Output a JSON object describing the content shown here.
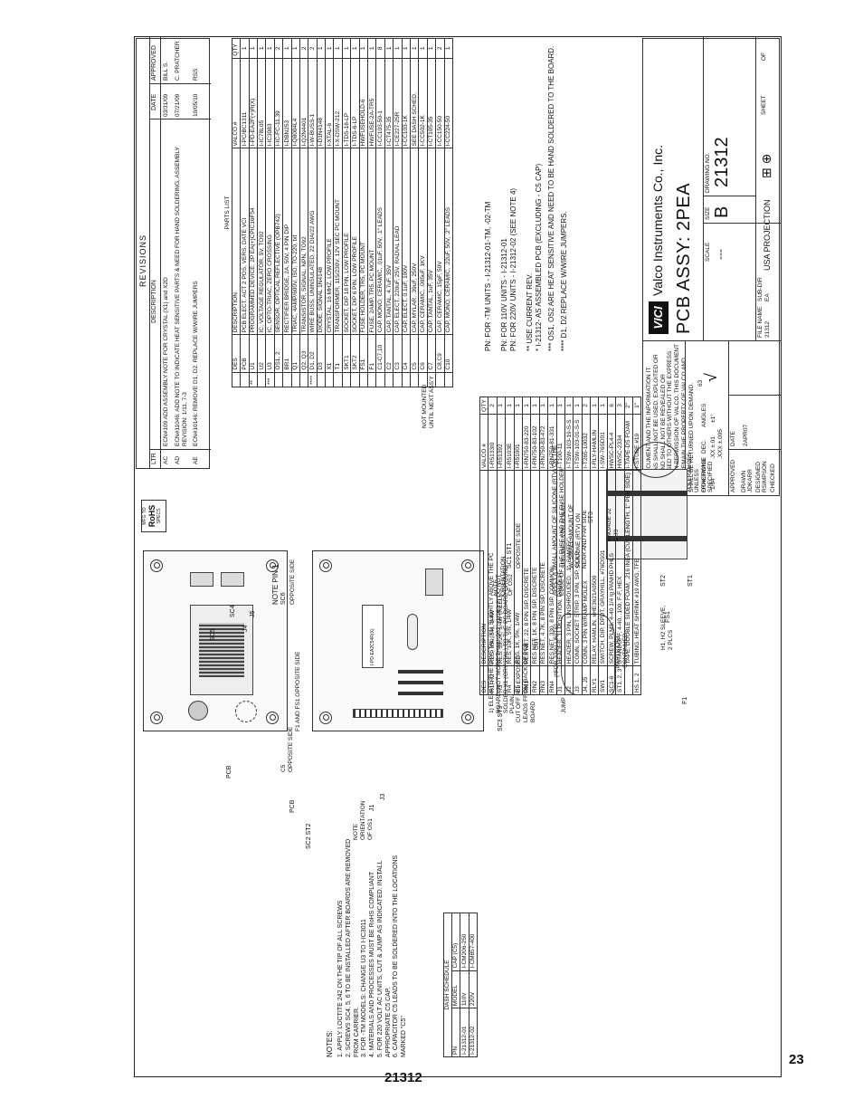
{
  "page_number": "23",
  "document_number": "21312",
  "title_block": {
    "title": "PCB ASSY: 2PEA",
    "company": "Valco Instruments Co., Inc.",
    "logo_text": "VICI",
    "size_label": "SIZE",
    "size": "B",
    "drawing_no_label": "DRAWING NO.",
    "drawing_no": "21312",
    "scale_label": "SCALE",
    "scale": "---",
    "sheet_label": "SHEET",
    "of_label": "OF",
    "projection": "USA PROJECTION",
    "file_name_label": "FILE NAME",
    "file_name": "21312",
    "sub_dir_label": "SUB-DIR",
    "sub_dir": "EA",
    "proprietary": "THIS DOCUMENT AND THE INFORMATION IT CONTAINS SHALL NOT BE USED, EXPLOITED OR SOLD, AND SHALL NOT BE REVEALED OR DISCLOSED TO OTHERS WITHOUT THE EXPRESS WRITTEN PERMISSION OF VALCO. THIS DOCUMENT SHALL REMAIN THE PROPERTY OF VALCO AND SHALL BE RETURNED UPON DEMAND.",
    "tolerance": "TOLERANCES UNLESS OTHERWISE SPECIFIED",
    "fractions": "FRACTIONS",
    "dec": "DEC.",
    "angles": "ANGLES",
    "xx": ".XX ±.01",
    "xxx": ".XXX ±.005",
    "frac_val": "1/64",
    "ang_val": "±1°",
    "finish": "63",
    "approved_label": "APPROVED",
    "drawn_label": "DRAWN",
    "drawn_by": "JDKARR",
    "designed_label": "DESIGNED",
    "designed_by": "RSIMPSON",
    "checked_label": "CHECKED",
    "date_label": "DATE",
    "date": "2APR07"
  },
  "revisions": {
    "header": "REVISIONS",
    "columns": [
      "LTR",
      "DESCRIPTION",
      "DATE",
      "APPROVED"
    ],
    "rows": [
      {
        "ltr": "AC",
        "desc": "ECN#109 ADD ASSEMBLY NOTE FOR CRYSTAL (X1) and X2D",
        "date": "03/31/09",
        "appr": "BILL S."
      },
      {
        "ltr": "AD",
        "desc": "ECN#11046: ADD NOTE TO INDICATE HEAT SENSITIVE PARTS & NEED FOR HAND SOLDERING, ASSEMBLY REVISION: 1/11, 7-3",
        "date": "07/21/09",
        "appr": "C. PRATCHER"
      },
      {
        "ltr": "AE",
        "desc": "ECN#10146: REMOVE D1, D2. REPLACE W/WIRE JUMPERS",
        "date": "10/05/10",
        "appr": "RSS"
      }
    ]
  },
  "rohs": {
    "line1": "MFG TO",
    "line2": "RoHS",
    "line3": "SPECS"
  },
  "parts_list": {
    "header": "PARTS LIST",
    "columns": [
      "DES",
      "DESCRIPTION",
      "VALCO #",
      "QTY"
    ],
    "rows": [
      {
        "des": "PCB",
        "desc": "PCB ELECT, ACT 2 POS, VERS. DATE VCI",
        "valco": "I-PC/BC1311",
        "qty": "1",
        "mark": ""
      },
      {
        "des": "U1",
        "desc": "PROGRAMMED DEVICE: 2P EA(+)CPIC16F54",
        "valco": "I-PD-EA2F(+)R(X)",
        "qty": "1",
        "mark": "**"
      },
      {
        "des": "U2",
        "desc": "IC, VOLTAGE REGULATOR, 5V, TO92",
        "valco": "I-IC78L05",
        "qty": "1",
        "mark": ""
      },
      {
        "des": "U3",
        "desc": "IC, OPTO-TRIAC, ZERO CROSSING",
        "valco": "I-IC3083",
        "qty": "1",
        "mark": "***"
      },
      {
        "des": "OS1, 2",
        "desc": "SENSOR, OPTICAL REFLECTIVE (OPB742)",
        "valco": "I-IC-FC-11.39",
        "qty": "2",
        "mark": ""
      },
      {
        "des": "BR1",
        "desc": "RECTIFIER BRIDGE, 2A, 50V, 4 PIN DIP",
        "valco": "I-DBN253",
        "qty": "1",
        "mark": ""
      },
      {
        "des": "Q1",
        "desc": "TRIAC, 4AMP/600V, ISO, TO-220, txt",
        "valco": "I-Q8004L4",
        "qty": "1",
        "mark": ""
      },
      {
        "des": "Q2, Q3",
        "desc": "TRANSISTOR, SIGNAL, NPN, TO92",
        "valco": "I-Q2N4401",
        "qty": "2",
        "mark": ""
      },
      {
        "des": "D1, D2",
        "desc": "WIRE BUSS, UNINSULATED, 22 DIA/22 AWG",
        "valco": "I-W-BUSS-1",
        "qty": "2",
        "mark": "****"
      },
      {
        "des": "D3",
        "desc": "DIODE, SIGNAL 1N4148",
        "valco": "I-D1N4148",
        "qty": "1",
        "mark": ""
      },
      {
        "des": "X1",
        "desc": "CRYSTAL, 16 MHZ, LOW PROFILE",
        "valco": "I-XTAL-6",
        "qty": "1",
        "mark": ""
      },
      {
        "des": "T1",
        "desc": "TRANSFORMER, 115/230V, 12V SEC PC MOUNT",
        "valco": "I-X-DSW-212",
        "qty": "1",
        "mark": ""
      },
      {
        "des": "SKT1",
        "desc": "SOCKET, DIP 18 PIN, LOW PROFILE",
        "valco": "I-TDS-18-LP",
        "qty": "1",
        "mark": ""
      },
      {
        "des": "SKT2",
        "desc": "SOCKET, DIP 6 PIN, LOW PROFILE",
        "valco": "I-TDS-6-LP",
        "qty": "1",
        "mark": ""
      },
      {
        "des": "FS1",
        "desc": "FUSE HOLDER, TR5, PC MOUNT",
        "valco": "HWFUSEHOLD-6",
        "qty": "1",
        "mark": ""
      },
      {
        "des": "F1",
        "desc": "FUSE, 2AMP, TR5, PC MOUNT",
        "valco": "HWFUSE-2A-TR5",
        "qty": "1",
        "mark": ""
      },
      {
        "des": "C1-C7,10",
        "desc": "CAP, MONO, CERAMIC, .01uF, 50V, .1\" LEADS",
        "valco": "I-CC103-50-1",
        "qty": "8",
        "mark": ""
      },
      {
        "des": "C2",
        "desc": "CAP, TANTAL, 4.7uF, 35V",
        "valco": "I-CT475-35",
        "qty": "1",
        "mark": ""
      },
      {
        "des": "C3",
        "desc": "CAP, ELECT, 220uF, 25V, RADIAL LEAD",
        "valco": "I-CE227-25R",
        "qty": "1",
        "mark": ""
      },
      {
        "des": "C4",
        "desc": "CAP, ELECT, 0.1uF, 100V",
        "valco": "I-CC103-1K",
        "qty": "1",
        "mark": ""
      },
      {
        "des": "C5",
        "desc": "CAP, MYLAR, .39uF, 250V",
        "valco": "SEE DASH SCHED.",
        "qty": "1",
        "mark": ""
      },
      {
        "des": "C6",
        "desc": "CAP, CERAMIC, .005uF, 1KV",
        "valco": "I-CC502-1K",
        "qty": "1",
        "mark": ""
      },
      {
        "des": "C7",
        "desc": "CAP, TANTAL, 1uF, 35V",
        "valco": "I-CT105-35",
        "qty": "1",
        "mark": ""
      },
      {
        "des": "C8,C9",
        "desc": "CAP, CERAMIC, 15pF, 50V",
        "valco": "I-CC150-50",
        "qty": "2",
        "mark": ""
      },
      {
        "des": "C10",
        "desc": "CAP, MONO, CERAMIC, .22uF, 50V, .2\" LEADS",
        "valco": "I-CC224-50",
        "qty": "1",
        "mark": ""
      }
    ]
  },
  "table_notes": [
    "PN: FOR -TM UNITS - I-21312-01-TM, -02-TM",
    "PN: FOR 110V UNITS - I-21312-01",
    "PN: FOR 220V UNITS - I-21312-02 (SEE NOTE 4)",
    "** USE CURRENT REV.",
    "* I-21312- AS ASSEMBLED PCB (EXCLUDING - C5 CAP)",
    "*** OS1, OS2 ARE HEAT SENSITIVE AND NEED TO BE HAND SOLDERED TO THE BOARD.",
    "**** D1, D2 REPLACE W/WIRE JUMPERS.",
    "NOT MOUNTED UNTIL NEXT ASS'Y"
  ],
  "hardware_list": {
    "columns": [
      "DES",
      "DESCRIPTION",
      "VALCO #",
      "QTY"
    ],
    "rows": [
      {
        "des": "R1, R2",
        "desc": "RES, 330, 5%, 1/4W",
        "valco": "I-R5133I0",
        "qty": "2"
      },
      {
        "des": "R3",
        "desc": "RES, 39.2K, 1/4W (REEL)",
        "valco": "I-R51392",
        "qty": "1"
      },
      {
        "des": "R4",
        "desc": "RES, 10K, 5%, 1/4W",
        "valco": "I-R5103E",
        "qty": "1"
      },
      {
        "des": "R5",
        "desc": "RES, 1K, 5%, 1/4W",
        "valco": "I-R51001",
        "qty": "1"
      },
      {
        "des": "RN1",
        "desc": "RES NET, 22, 8 PIN SIP, DISCRETE",
        "valco": "I-RN750-83-220",
        "qty": "1"
      },
      {
        "des": "RN2",
        "desc": "RES NET, 1K, 8 PIN SIP, DISCRETE",
        "valco": "I-RN750-83-102",
        "qty": "1"
      },
      {
        "des": "RN3",
        "desc": "RES NET, 4.7K, 8 PIN SIP, DISCRETE",
        "valco": "I-RN750-83-472",
        "qty": "1"
      },
      {
        "des": "RN4",
        "desc": "RES NET, 330, 8 PIN SIP, COMMON",
        "valco": "I-RN750-81-331",
        "qty": "1"
      },
      {
        "des": "J1",
        "desc": "HEADER, 11 POSITION, PANDUIT",
        "valco": "I-T100-11",
        "qty": "1"
      },
      {
        "des": "J2",
        "desc": "HEADER, 3 PIN, UNSHROUDED, .1\", SAMTEC",
        "valco": "I-TSW-103-19-S-S",
        "qty": "1"
      },
      {
        "des": "J3",
        "desc": "CONN, SOCKET STRIP, 3 PIN, SIP, GOLD",
        "valco": "I-TSW-103-01-S-S",
        "qty": "1"
      },
      {
        "des": "J4, J5",
        "desc": "CONN, 3 PIN W/RAMP MOLEX",
        "valco": "I-T265-10032",
        "qty": "2"
      },
      {
        "des": "RLY1",
        "desc": "RELAY, HAMLIN, #HE3621A0500",
        "valco": "I-RLY-HAMLIN",
        "qty": "1"
      },
      {
        "des": "SW1",
        "desc": "SWITCH, DIP, DPDT, GRAYHILL, #76DS01",
        "valco": "I-SW-76SD01",
        "qty": "1"
      },
      {
        "des": "SC1-6",
        "desc": "SCREW, PLMS, 4-40 1/4 lg PANHD PHLS",
        "valco": "HWSC-PL4-4",
        "qty": "6"
      },
      {
        "des": "ST1, 2, 3",
        "desc": "STANDOFF, 4-40, .100, F-F, HEX",
        "valco": "HWSC-2334",
        "qty": "3"
      },
      {
        "des": "",
        "desc": "TAPE, DOUBLE SIDED FOAM, .216 INEA (CUT LENGTH, 1\" PER SIDE)",
        "valco": "I-TAPE-DS FOAM",
        "qty": "2\""
      },
      {
        "des": "HS 1, 2",
        "desc": "TUBING, HEAT SHRINK #19 AWG, TFE",
        "valco": "I-STUBE #19",
        "qty": "1\""
      }
    ]
  },
  "notes": {
    "header": "NOTES:",
    "items": [
      "1. APPLY LOCTITE 242 ON THE TIP OF ALL SCREWS",
      "2. SCREWS SC4, 5, 6 TO BE INSTALLED AFTER BOARDS ARE REMOVED FROM CARRIER.",
      "3. FOR -TM MODELS: CHANGE U3 TO I-IC3011",
      "4. MATERIALS AND PROCESSES MUST BE RoHS COMPLIANT",
      "5. FOR 220 VOLT AC UNITS, CUT & JUMP AS INDICATED. INSTALL APPROPRIATE C5 CAP.",
      "6. CAPACITOR C5 LEADS TO BE SOLDERED INTO THE LOCATIONS MARKED \"C5\""
    ]
  },
  "dash_schedule": {
    "header": "DASH SCHEDULE",
    "columns": [
      "PN",
      "MODEL",
      "CAP (C5)"
    ],
    "rows": [
      {
        "pn": "I-21312-01",
        "model": "110V",
        "cap": "I-CM206-250"
      },
      {
        "pn": "I-21312-02",
        "model": "220V",
        "cap": "I-CM857-400"
      }
    ]
  },
  "labels": {
    "note_pin1": "NOTE PIN 1",
    "sc6": "SC6",
    "opposite_side": "OPPOSITE SIDE",
    "j4": "J4",
    "j5": "J5",
    "sc4": "SC4",
    "sc5": "SC5",
    "f1_fs1": "F1 AND FS1 OPPOSITE SIDE",
    "c5": "C5",
    "pcb": "PCB",
    "sc1_st1": "SC1 ST1",
    "crystal_note": "1) ELEVATE THE CRYSTAL (X1) SLIGHTLY ABOVE THE PC BOARD. NOT MORE THAN .062\" (1/16\") 2) DO NOT SOLDER X1 (CRYSTAL) TO THE PC BOARD GROUND PLAIN.",
    "note_orient_os2": "NOTE ORIENTATION OF OS2",
    "note_orient_os1": "NOTE ORIENTATION OF OS1",
    "sc3_st3": "SC3 ST3",
    "sc2_st2": "SC2 ST2",
    "j3": "J3",
    "j1": "J1",
    "cut_leads": "CUT OFF ALL EXPOSED LEADS FROM BACK OF PCB BOARD",
    "chip_label": "I-PD-EA2C54R(X)",
    "silicone_note": "APPLY A SMALL AMOUNT OF SILICONE (RTV) ON THE EDGE OF THE FUSE AND THE FUSE HOLDER",
    "fs1": "FS1",
    "f1": "F1",
    "st1": "ST1",
    "st2": "ST2",
    "st3": "ST3",
    "engage": "ENGAGE J2 & J3",
    "secure_c5": "SECURE C5 TO BOARD W/ SMALL AMOUNT OF SILICONE (RTV) ON NEAR AND FAR SIDE",
    "sleeve": "H1, H2 SLEEVE, 2 PLCS",
    "for_220": "(*FOR 220V UNITS)",
    "cut": "CUT",
    "jump": "JUMP",
    "parts_list_cont": "PARTS LIST CONTINUED"
  }
}
